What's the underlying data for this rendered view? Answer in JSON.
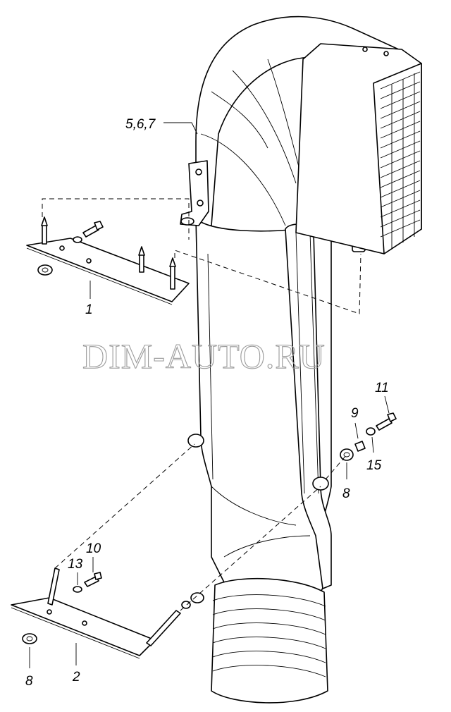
{
  "watermark": "DIM-AUTO.RU",
  "callouts": {
    "c_567": "5,6,7",
    "c_1": "1",
    "c_2": "2",
    "c_8a": "8",
    "c_8b": "8",
    "c_9": "9",
    "c_10": "10",
    "c_11": "11",
    "c_13": "13",
    "c_15": "15"
  },
  "colors": {
    "line": "#000000",
    "background": "#ffffff",
    "watermark": "#9a9a9a"
  }
}
